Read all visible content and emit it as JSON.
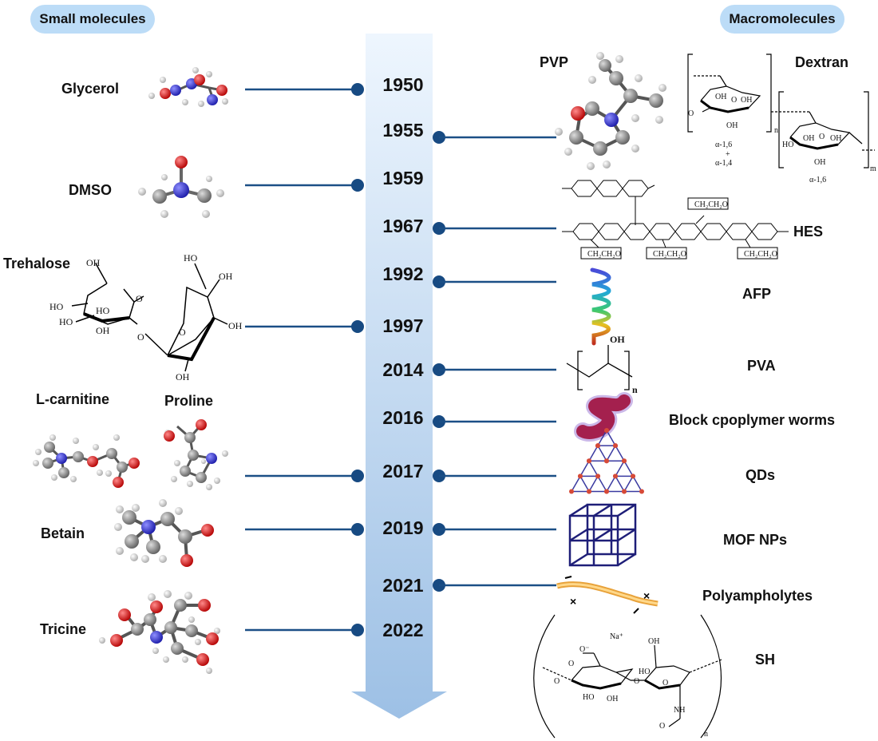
{
  "headers": {
    "small": "Small molecules",
    "macro": "Macromolecules"
  },
  "years": [
    "1950",
    "1955",
    "1959",
    "1967",
    "1992",
    "1997",
    "2014",
    "2016",
    "2017",
    "2019",
    "2021",
    "2022"
  ],
  "small": {
    "glycerol": "Glycerol",
    "dmso": "DMSO",
    "trehalose": "Trehalose",
    "lcarnitine": "L-carnitine",
    "proline": "Proline",
    "betain": "Betain",
    "tricine": "Tricine"
  },
  "macro": {
    "pvp": "PVP",
    "dextran": "Dextran",
    "hes": "HES",
    "afp": "AFP",
    "pva": "PVA",
    "worms": "Block cpoplymer worms",
    "qds": "QDs",
    "mof": "MOF NPs",
    "polyampholytes": "Polyampholytes",
    "sh": "SH"
  },
  "chem_text": {
    "oh": "OH",
    "ho": "HO",
    "o": "O",
    "n": "n",
    "m": "m",
    "na": "Na⁺",
    "o_minus": "O⁻",
    "ch2ch2o": "CH₂CH₂O",
    "alpha16": "α-1,6",
    "alpha14": "α-1,4",
    "plus": "+",
    "nh": "NH",
    "nitrogen": "N"
  },
  "colors": {
    "arrow_top": "#edf5fd",
    "arrow_bottom": "#9fc2e6",
    "line": "#1b4f86",
    "dot": "#174a82",
    "pill": "#bcdcf7"
  }
}
